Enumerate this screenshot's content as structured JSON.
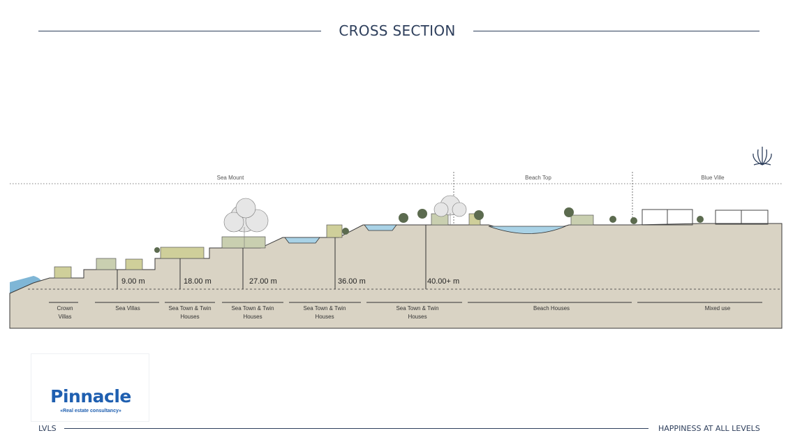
{
  "header": {
    "title": "CROSS SECTION"
  },
  "zones": [
    "Sea Mount",
    "Beach Top",
    "Blue Ville"
  ],
  "levels": [
    "9.00 m",
    "18.00 m",
    "27.00 m",
    "36.00 m",
    "40.00+ m"
  ],
  "categories": [
    [
      "Crown",
      "Villas"
    ],
    [
      "Sea Villas"
    ],
    [
      "Sea Town & Twin",
      "Houses"
    ],
    [
      "Sea Town & Twin",
      "Houses"
    ],
    [
      "Sea Town & Twin",
      "Houses"
    ],
    [
      "Sea Town & Twin",
      "Houses"
    ],
    [
      "Beach Houses"
    ],
    [
      "Mixed use"
    ]
  ],
  "logo": {
    "name": "Pinnacle",
    "tagline": "«Real estate consultancy»"
  },
  "footer": {
    "left": "LVLS",
    "right": "HAPPINESS AT ALL LEVELS"
  },
  "colors": {
    "navy": "#2e3f5c",
    "ground": "#d9d3c4",
    "water": "#7fb6d6",
    "brand": "#1f5fb0"
  }
}
